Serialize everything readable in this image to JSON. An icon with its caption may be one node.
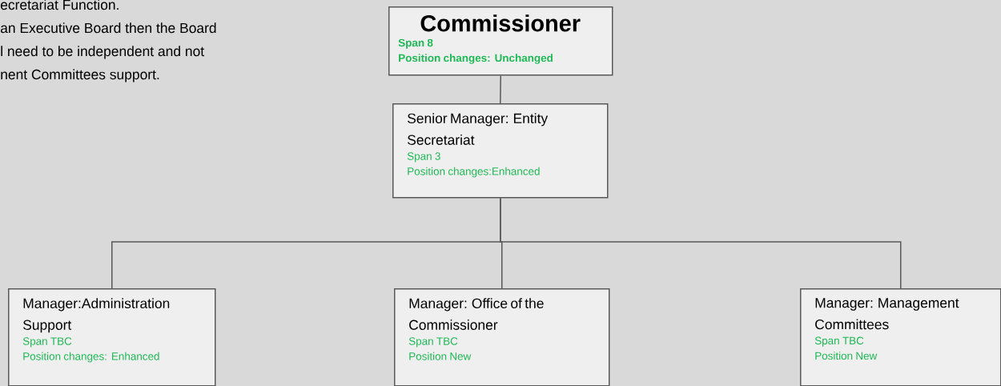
{
  "diagram": {
    "nodes": [
      {
        "text": [
          "Commissioner",
          "Span 8",
          "Position changes: Unchanged"
        ]
      },
      {
        "text": [
          "Senior Manager: Entity Secretariat",
          "Span 3",
          "Position changes:Enhanced"
        ]
      },
      {
        "text": [
          "Manager:Administration Support",
          "Span TBC",
          "Position changes: Enhanced"
        ]
      },
      {
        "text": [
          "Manager: Office of the Commissioner",
          "Span TBC",
          "Position New"
        ]
      },
      {
        "text": [
          "Manager: Management Committees",
          "Span TBC",
          "Position New"
        ]
      }
    ],
    "edges": [
      {
        "from": 0,
        "to": 1,
        "arrow": "none"
      },
      {
        "from": 1,
        "to": 2,
        "arrow": "none"
      },
      {
        "from": 1,
        "to": 3,
        "arrow": "none"
      },
      {
        "from": 1,
        "to": 4,
        "arrow": "none"
      }
    ],
    "labels": [
      "ecretariat Function.",
      "an Executive Board then the Board",
      "l need to be independent and not",
      "nent Committees support."
    ]
  }
}
